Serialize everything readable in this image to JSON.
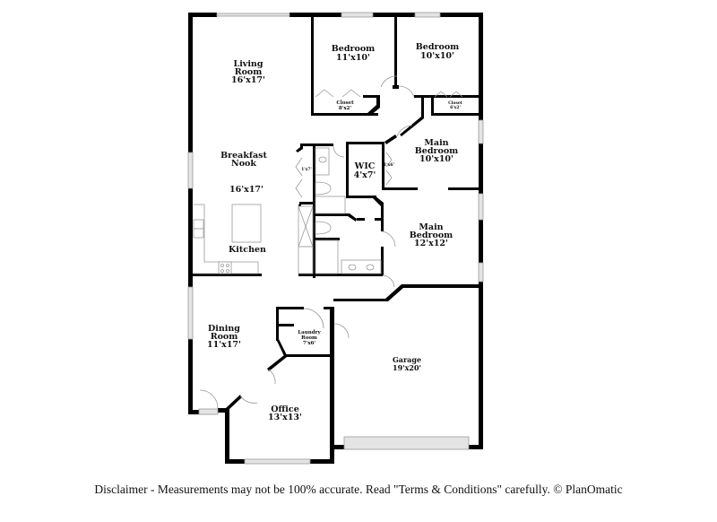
{
  "rooms": {
    "living": {
      "name_1": "Living",
      "name_2": "Room",
      "size": "16'x17'"
    },
    "bedroom_1": {
      "name": "Bedroom",
      "size": "11'x10'"
    },
    "bedroom_2": {
      "name": "Bedroom",
      "size": "10'x10'"
    },
    "closet_1": {
      "name": "Closet",
      "size": "8'x2'"
    },
    "closet_2": {
      "name": "Closet",
      "size": "6'x2'"
    },
    "breakfast": {
      "name_1": "Breakfast",
      "name_2": "Nook",
      "size": "16'x17'"
    },
    "kitchen": {
      "name": "Kitchen"
    },
    "linen_closet": {
      "size": "1'x7'"
    },
    "wic": {
      "name": "WIC",
      "size": "4'x7'"
    },
    "wic_closet": {
      "size": "1'x6'"
    },
    "main_bedroom_upper": {
      "name_1": "Main",
      "name_2": "Bedroom",
      "size": "10'x10'"
    },
    "main_bedroom_lower": {
      "name_1": "Main",
      "name_2": "Bedroom",
      "size": "12'x12'"
    },
    "dining": {
      "name_1": "Dining",
      "name_2": "Room",
      "size": "11'x17'"
    },
    "laundry": {
      "name_1": "Laundry",
      "name_2": "Room",
      "size": "7'x6'"
    },
    "garage": {
      "name": "Garage",
      "size": "19'x20'"
    },
    "office": {
      "name": "Office",
      "size": "13'x13'"
    }
  },
  "footer": {
    "disclaimer": "Disclaimer - Measurements may not be 100% accurate. Read \"Terms & Conditions\" carefully. © PlanOmatic"
  },
  "colors": {
    "wall": "#000000",
    "window_fill": "#e4e4e4",
    "fixture_stroke": "#999999",
    "background": "#ffffff"
  }
}
